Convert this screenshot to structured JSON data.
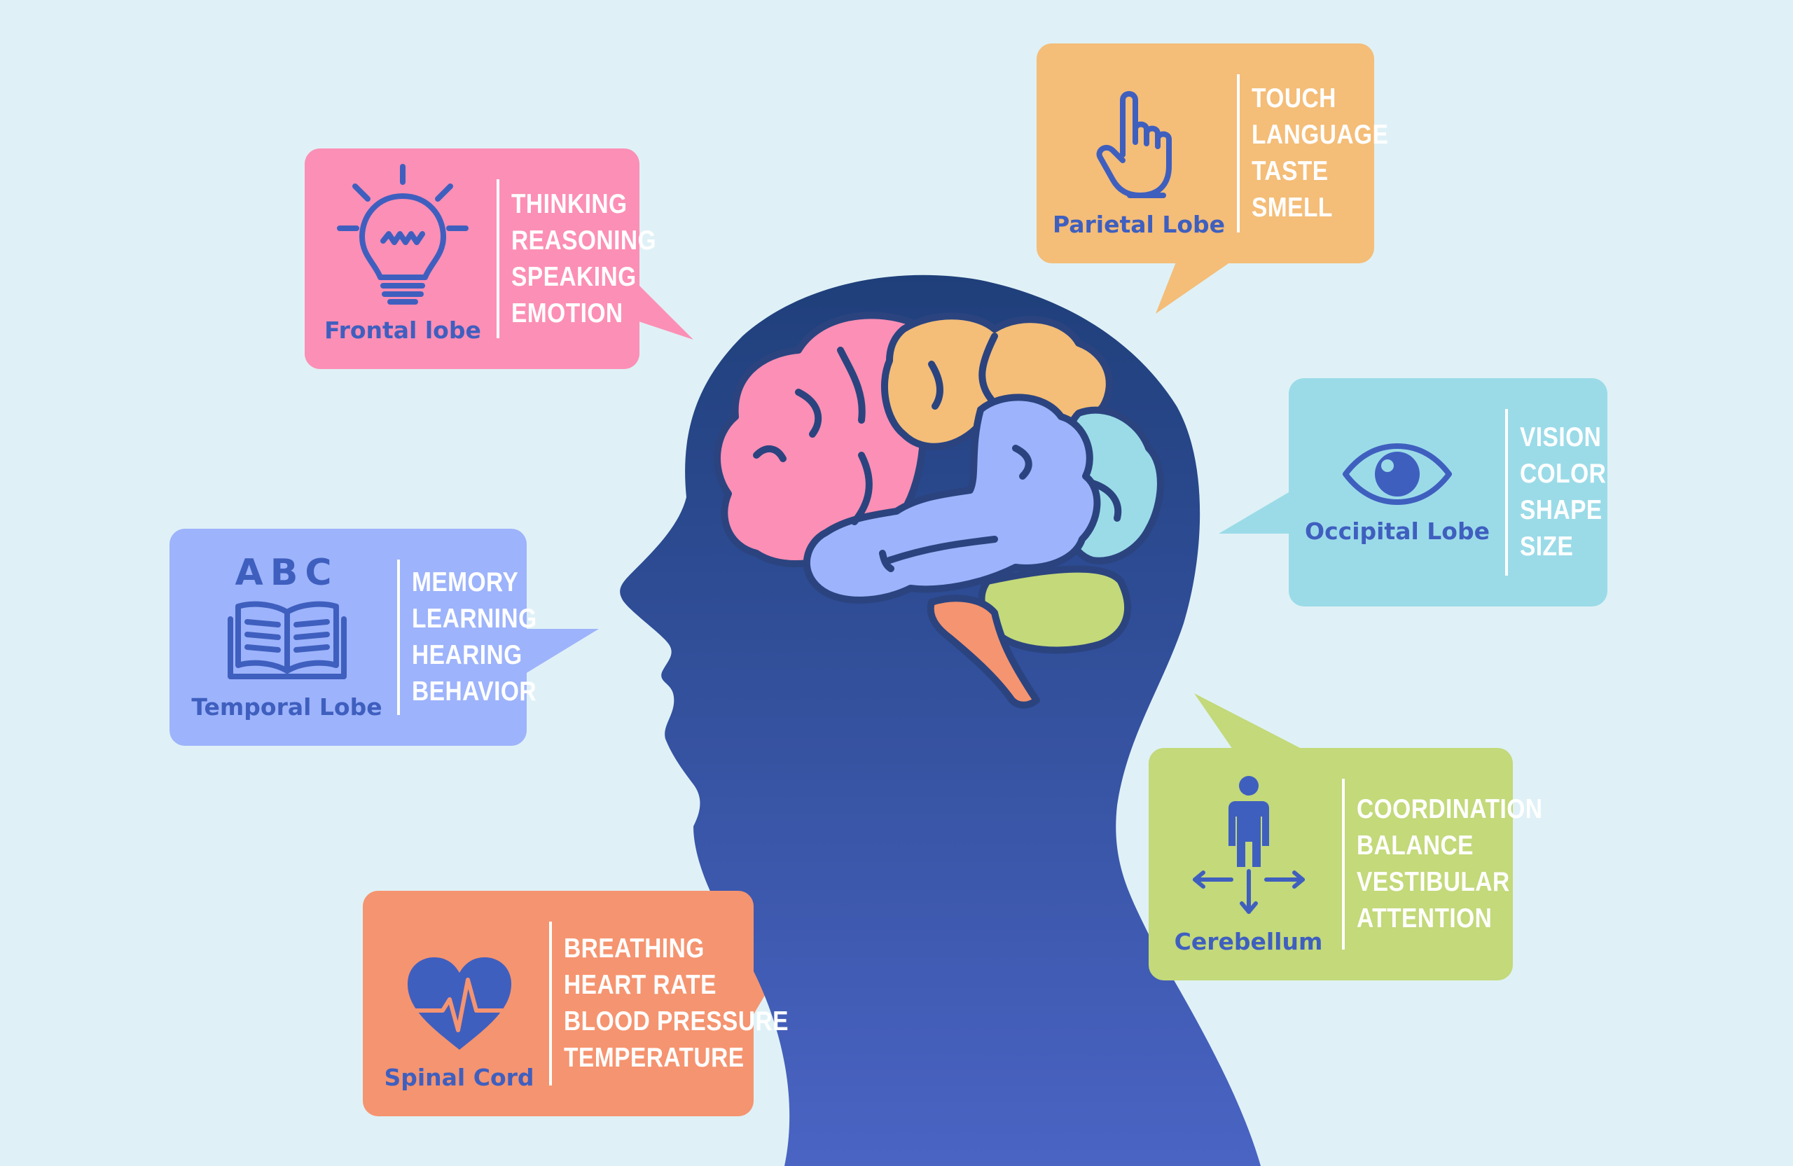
{
  "colors": {
    "background": "#dff1f6",
    "head_top": "#1f3f7a",
    "head_bottom": "#4a64c4",
    "icon_blue": "#3f5fbf",
    "frontal": "#fc8fb5",
    "parietal": "#f4bd78",
    "occipital": "#9bdbe8",
    "temporal": "#9db3fb",
    "cerebellum": "#c3d97a",
    "spinal": "#f59470"
  },
  "callouts": {
    "frontal": {
      "label": "Frontal lobe",
      "icon": "lightbulb-icon",
      "items": [
        "THINKING",
        "REASONING",
        "SPEAKING",
        "EMOTION"
      ]
    },
    "parietal": {
      "label": "Parietal Lobe",
      "icon": "pointing-hand-icon",
      "items": [
        "TOUCH",
        "LANGUAGE",
        "TASTE",
        "SMELL"
      ]
    },
    "occipital": {
      "label": "Occipital Lobe",
      "icon": "eye-icon",
      "items": [
        "VISION",
        "COLOR",
        "SHAPE",
        "SIZE"
      ]
    },
    "temporal": {
      "label": "Temporal Lobe",
      "icon": "open-book-icon",
      "abc": "ABC",
      "items": [
        "MEMORY",
        "LEARNING",
        "HEARING",
        "BEHAVIOR"
      ]
    },
    "cerebellum": {
      "label": "Cerebellum",
      "icon": "person-balance-icon",
      "items": [
        "COORDINATION",
        "BALANCE",
        "VESTIBULAR",
        "ATTENTION"
      ]
    },
    "spinal": {
      "label": "Spinal Cord",
      "icon": "heartbeat-icon",
      "items": [
        "BREATHING",
        "HEART RATE",
        "BLOOD PRESSURE",
        "TEMPERATURE"
      ]
    }
  }
}
